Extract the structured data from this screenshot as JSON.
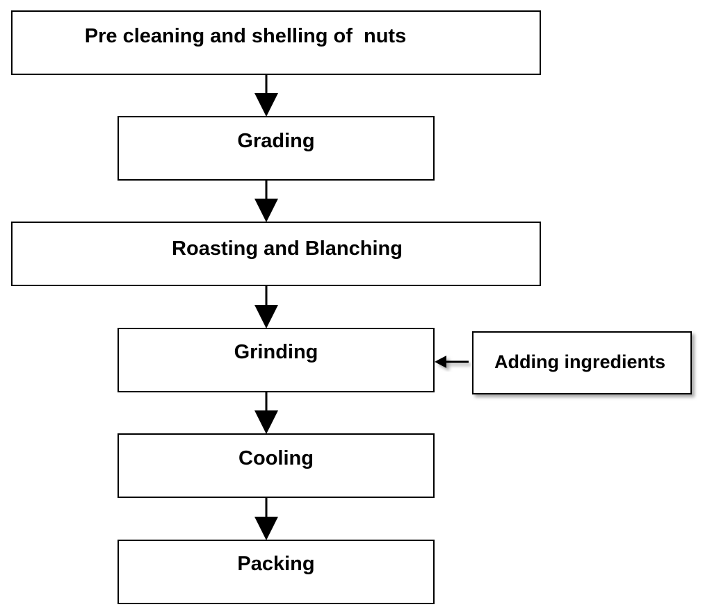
{
  "diagram": {
    "type": "flowchart",
    "steps": [
      {
        "id": "step-1",
        "label": "Pre cleaning and shelling of  nuts"
      },
      {
        "id": "step-2",
        "label": "Grading"
      },
      {
        "id": "step-3",
        "label": "Roasting and Blanching"
      },
      {
        "id": "step-4",
        "label": "Grinding"
      },
      {
        "id": "step-5",
        "label": "Cooling"
      },
      {
        "id": "step-6",
        "label": "Packing"
      }
    ],
    "side_input": {
      "label": "Adding ingredients",
      "feeds_into": "step-4"
    },
    "colors": {
      "box_stroke": "#000000",
      "box_fill": "#ffffff",
      "arrow": "#000000",
      "text": "#000000",
      "shadow": "#999999"
    }
  }
}
